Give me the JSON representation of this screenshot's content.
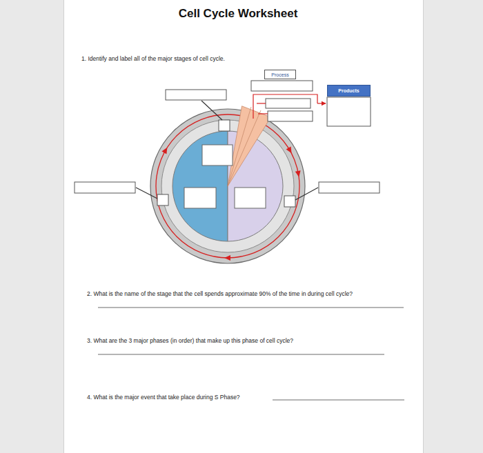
{
  "diagram": {
    "title": "Cell Cycle Worksheet",
    "nodes": [
      {
        "text": [
          "Process"
        ]
      },
      {
        "text": [
          "Products"
        ]
      }
    ],
    "labels": [
      "1. Identify and label all of the major stages of cell cycle.",
      "2. What is the name of the stage that the cell spends approximate 90% of the time in during cell cycle?",
      "3. What are the 3 major phases (in order) that make up this phase of cell cycle?",
      "4. What is the major event that take place during S Phase?"
    ]
  }
}
